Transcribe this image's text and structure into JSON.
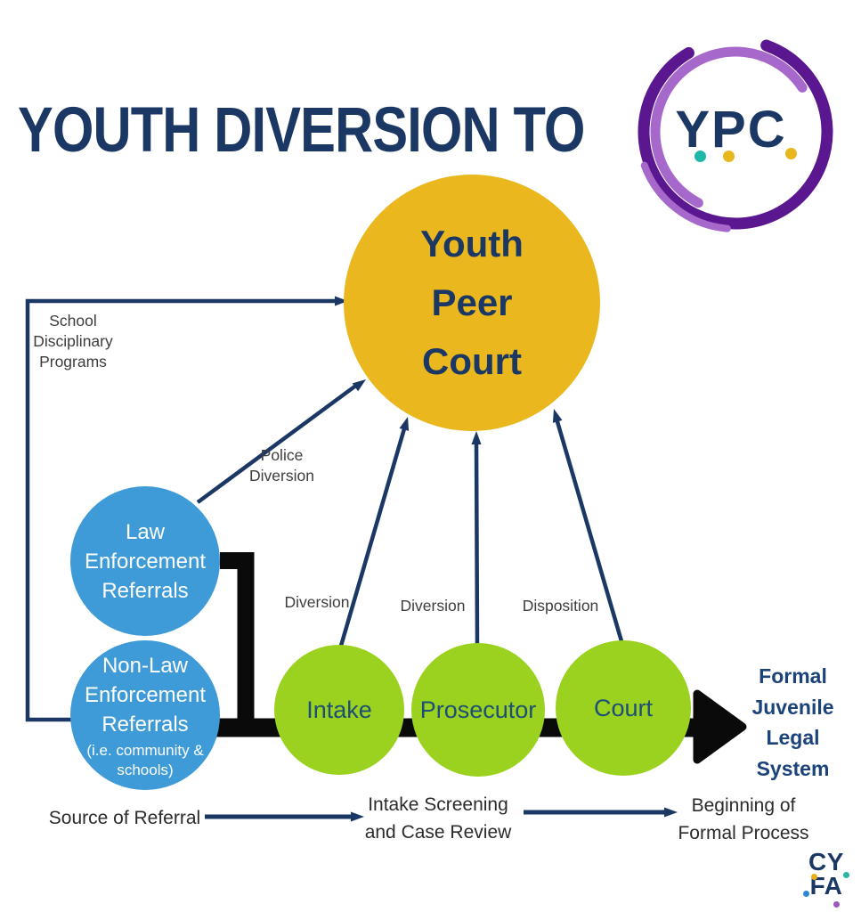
{
  "title": "YOUTH DIVERSION TO",
  "ypc_logo": {
    "acronym": "YPC",
    "ring_color_dark": "#5a1790",
    "ring_color_light": "#a768cb",
    "dot_colors": [
      "#1db8a8",
      "#e8b71e",
      "#e8b71e"
    ]
  },
  "main_circle": {
    "label": "Youth\nPeer\nCourt",
    "color": "#eab81e",
    "text_color": "#1b3764"
  },
  "sources": [
    {
      "label": "Law\nEnforcement\nReferrals",
      "color": "#3e9bd8"
    },
    {
      "label": "Non-Law\nEnforcement\nReferrals",
      "sublabel": "(i.e. community &\nschools)",
      "color": "#3e9bd8"
    }
  ],
  "process_circles": [
    {
      "label": "Intake",
      "color": "#9ad21f"
    },
    {
      "label": "Prosecutor",
      "color": "#9ad21f"
    },
    {
      "label": "Court",
      "color": "#9ad21f"
    }
  ],
  "path_labels": {
    "school": "School\nDisciplinary\nPrograms",
    "police": "Police\nDiversion",
    "diversion_intake": "Diversion",
    "diversion_prosecutor": "Diversion",
    "disposition": "Disposition"
  },
  "outcome": {
    "label": "Formal\nJuvenile\nLegal\nSystem",
    "text_color": "#1b4379"
  },
  "stage_labels": {
    "source": "Source of Referral",
    "screening": "Intake Screening\nand Case Review",
    "beginning": "Beginning of\nFormal Process"
  },
  "cyfa_logo": {
    "line1": "CY",
    "line2": "FA"
  },
  "colors": {
    "navy": "#1b3764",
    "arrow_navy": "#1b3764",
    "thick_line_black": "#0a0a0a",
    "label_gray": "#3d3d3d"
  }
}
